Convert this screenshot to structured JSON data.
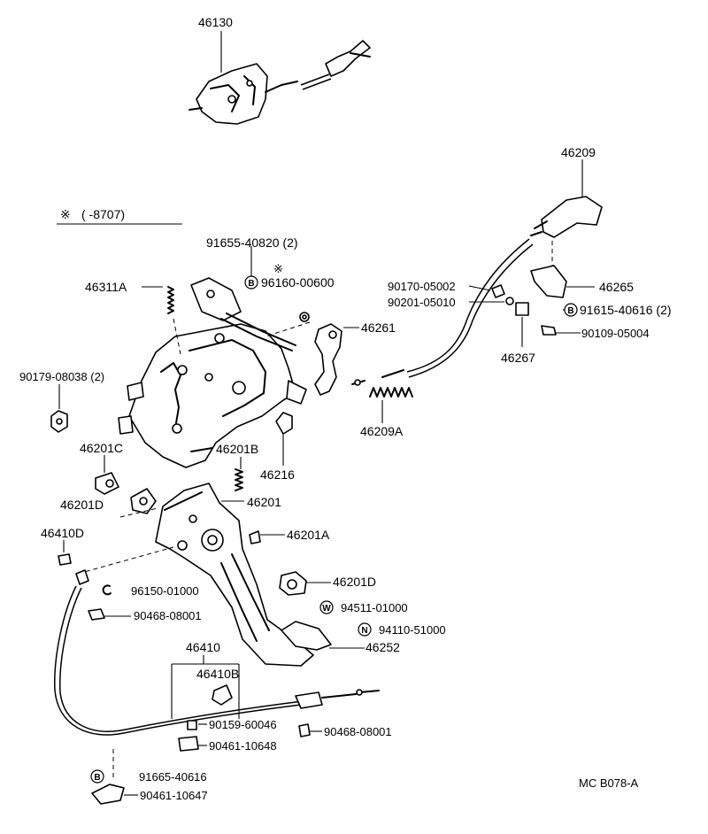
{
  "note": {
    "symbol": "※",
    "text": "(       -8707)"
  },
  "sheet_id": "MC B078-A",
  "symbols": {
    "b": "B",
    "w": "W",
    "n": "N",
    "star": "※"
  },
  "labels": {
    "p46130": "46130",
    "p46209": "46209",
    "p91655": "91655-40820 (2)",
    "p96160": "96160-00600",
    "p46311A": "46311A",
    "p90170": "90170-05002",
    "p90201": "90201-05010",
    "p46265": "46265",
    "p91615": "91615-40616 (2)",
    "p90109": "90109-05004",
    "p46261": "46261",
    "p46267": "46267",
    "p90179": "90179-08038 (2)",
    "p46209A": "46209A",
    "p46201C": "46201C",
    "p46201B": "46201B",
    "p46216": "46216",
    "p46201D_a": "46201D",
    "p46201": "46201",
    "p46410D": "46410D",
    "p46201A": "46201A",
    "p46201D_b": "46201D",
    "p96150": "96150-01000",
    "p90468a": "90468-08001",
    "p94511": "94511-01000",
    "p94110": "94110-51000",
    "p46252": "46252",
    "p46410": "46410",
    "p46410B": "46410B",
    "p90159": "90159-60046",
    "p90468b": "90468-08001",
    "p90461a": "90461-10648",
    "p91665": "91665-40616",
    "p90461b": "90461-10647"
  }
}
